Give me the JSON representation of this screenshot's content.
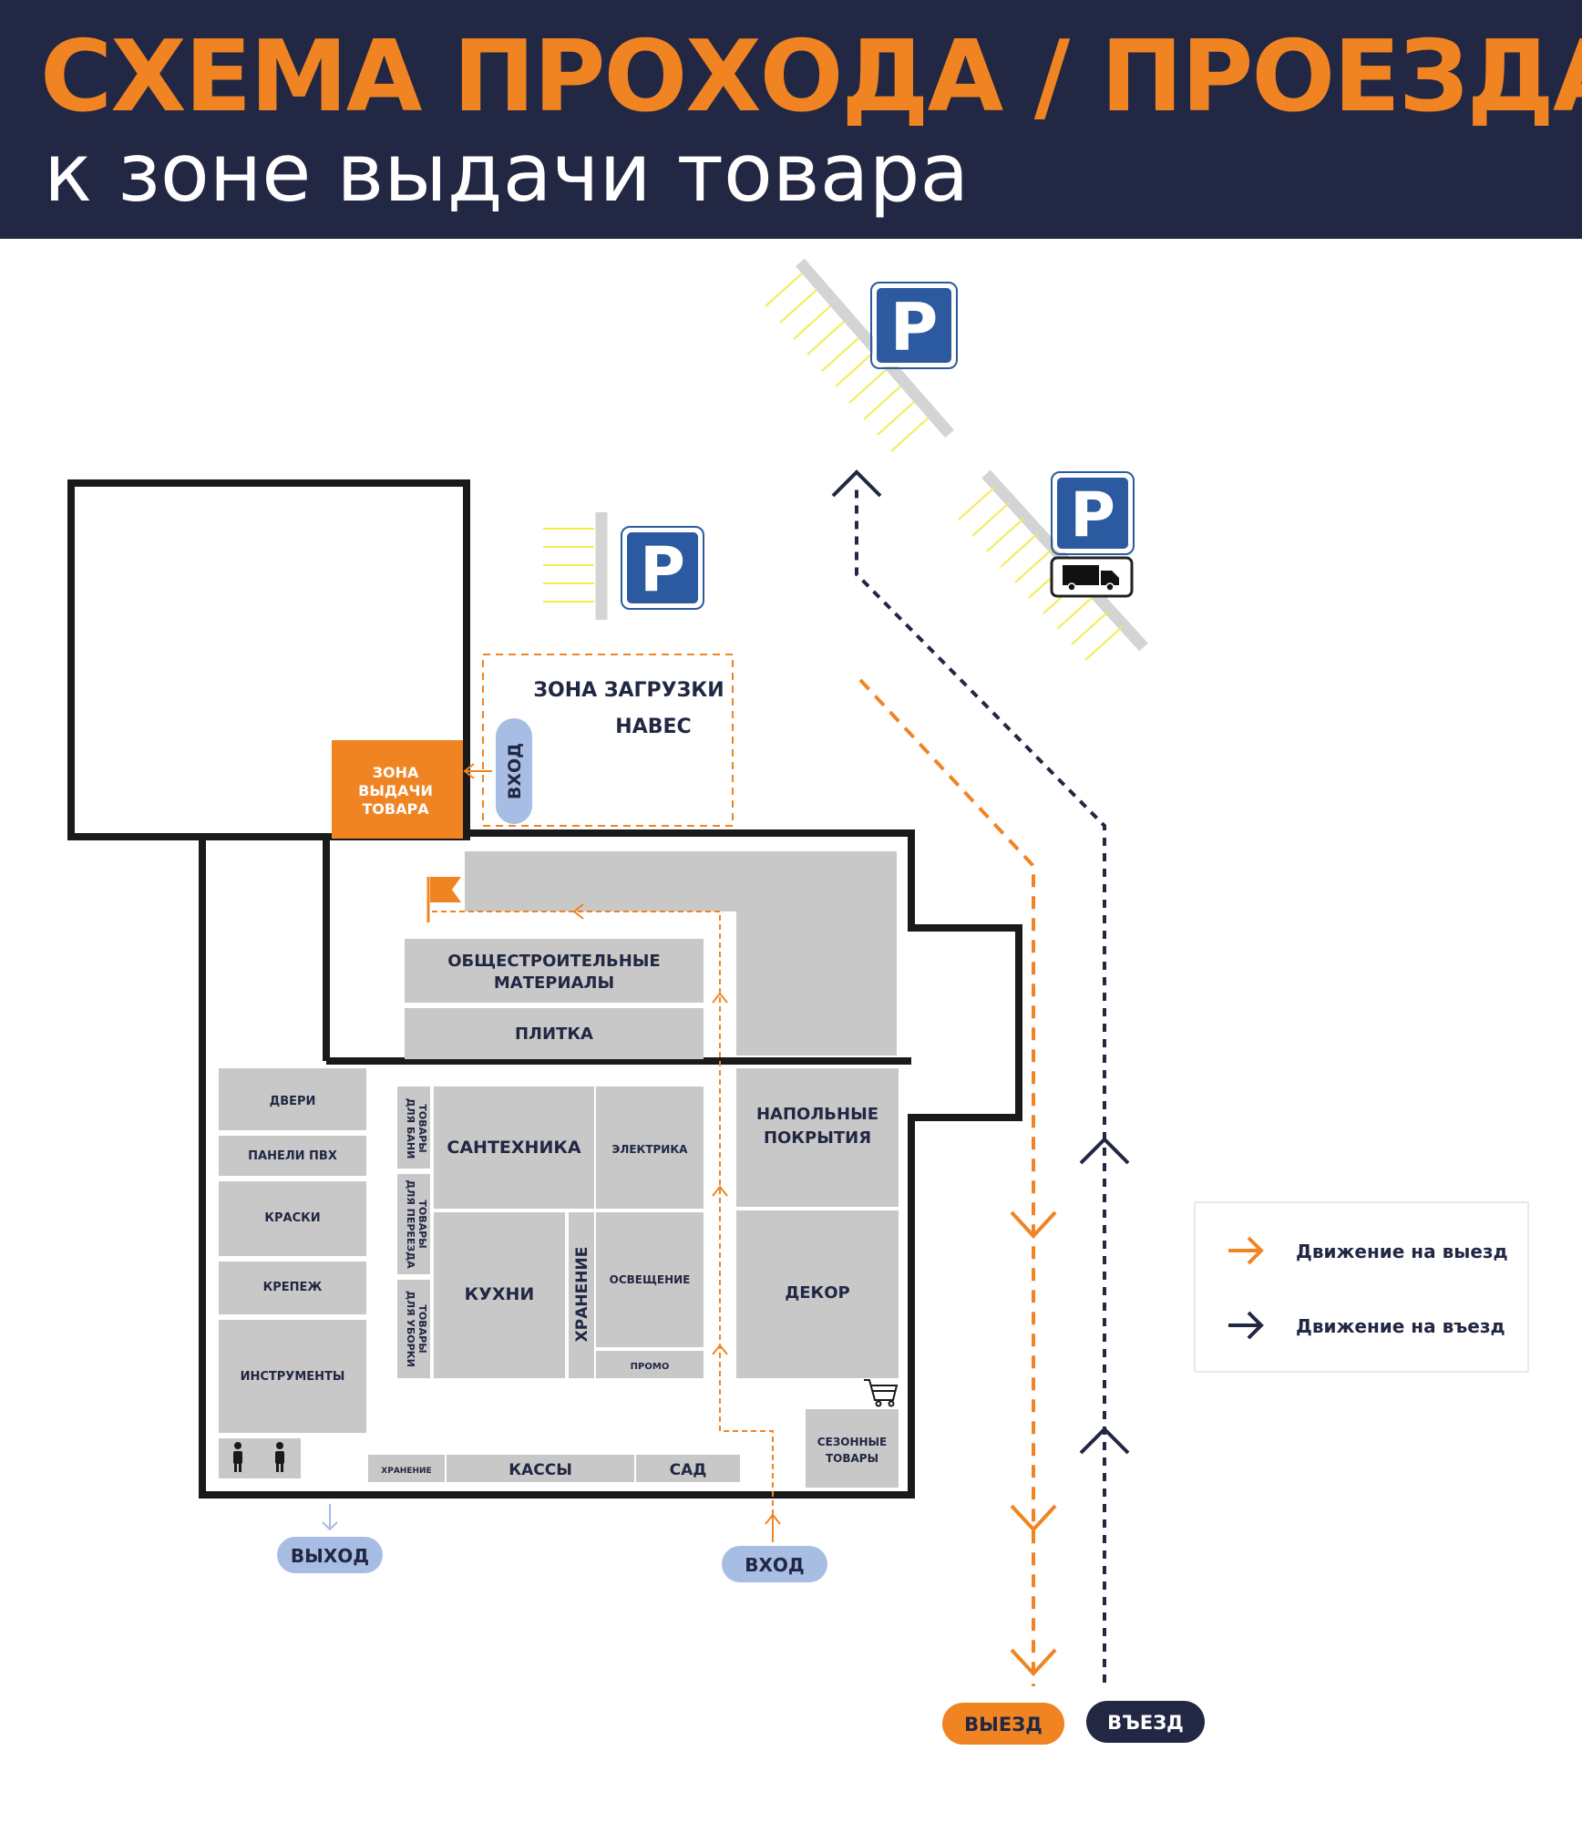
{
  "header": {
    "title": "СХЕМА ПРОХОДА / ПРОЕЗДА",
    "subtitle": "к зоне выдачи товара"
  },
  "zones": {
    "pickup": [
      "ЗОНА",
      "ВЫДАЧИ",
      "ТОВАРА"
    ],
    "loading": "ЗОНА ЗАГРУЗКИ",
    "canopy": "НАВЕС",
    "side_entrance": "ВХОД",
    "general_materials": [
      "ОБЩЕСТРОИТЕЛЬНЫЕ",
      "МАТЕРИАЛЫ"
    ],
    "tile": "ПЛИТКА",
    "doors": "ДВЕРИ",
    "pvc_panels": "ПАНЕЛИ ПВХ",
    "paints": "КРАСКИ",
    "fasteners": "КРЕПЕЖ",
    "tools": "ИНСТРУМЕНТЫ",
    "bath_goods": [
      "ТОВАРЫ",
      "ДЛЯ БАНИ"
    ],
    "moving_goods": [
      "ТОВАРЫ",
      "ДЛЯ ПЕРЕЕЗДА"
    ],
    "cleaning_goods": [
      "ТОВАРЫ",
      "ДЛЯ УБОРКИ"
    ],
    "plumbing": "САНТЕХНИКА",
    "electrics": "ЭЛЕКТРИКА",
    "kitchens": "КУХНИ",
    "storage_vertical": "ХРАНЕНИЕ",
    "lighting": "ОСВЕЩЕНИЕ",
    "promo": "ПРОМО",
    "flooring": [
      "НАПОЛЬНЫЕ",
      "ПОКРЫТИЯ"
    ],
    "decor": "ДЕКОР",
    "seasonal": [
      "СЕЗОННЫЕ",
      "ТОВАРЫ"
    ],
    "storage_small": "ХРАНЕНИЕ",
    "checkouts": "КАССЫ",
    "garden": "САД"
  },
  "pills": {
    "exit_walk": "ВЫХОД",
    "entrance_main": "ВХОД",
    "drive_out": "ВЫЕЗД",
    "drive_in": "ВЪЕЗД"
  },
  "parking": {
    "letter": "P",
    "icons": [
      "parking-sign",
      "truck-parking-sign"
    ]
  },
  "legend": {
    "items": [
      {
        "label": "Движение на выезд",
        "color": "#f08422"
      },
      {
        "label": "Движение на въезд",
        "color": "#222743"
      }
    ]
  },
  "colors": {
    "navy": "#222743",
    "orange": "#f08422",
    "zone_gray": "#c8c8c8",
    "pill_blue": "#a7bde4",
    "parking_blue": "#2c5aa0",
    "parking_line": "#f3ec51"
  }
}
